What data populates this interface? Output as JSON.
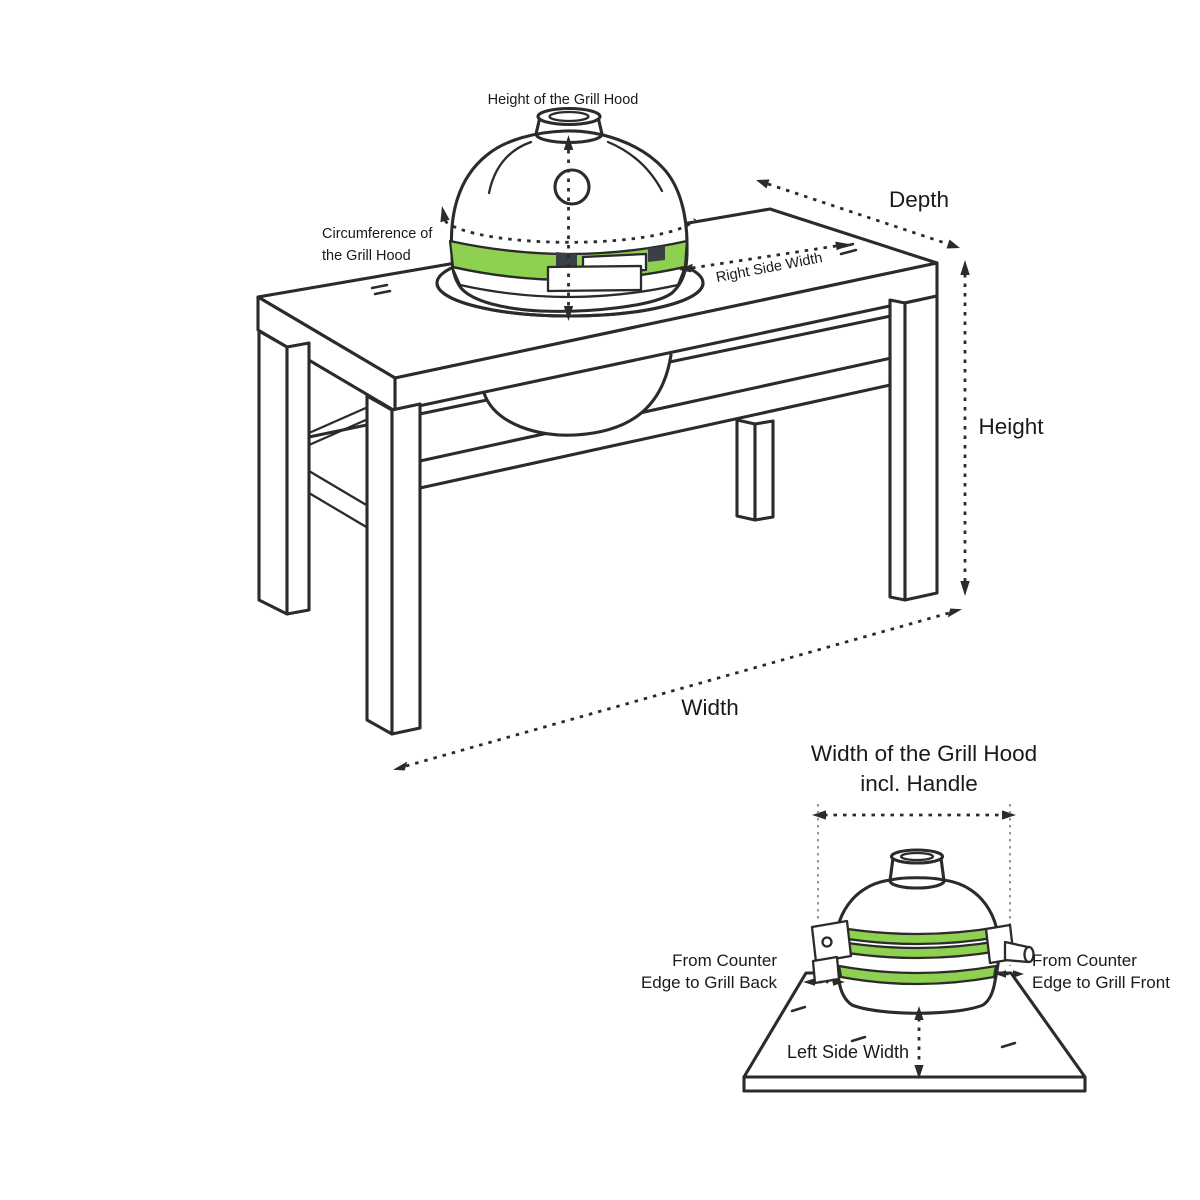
{
  "main_diagram": {
    "hood_height_label": "Height of the Grill Hood",
    "circumference_label_line1": "Circumference of",
    "circumference_label_line2": "the Grill Hood",
    "depth_label": "Depth",
    "right_side_width_label": "Right Side Width",
    "height_label": "Height",
    "width_label": "Width"
  },
  "inset_diagram": {
    "title_line1": "Width of the Grill Hood",
    "title_line2": "incl. Handle",
    "from_counter_back_line1": "From Counter",
    "from_counter_back_line2": "Edge to Grill Back",
    "from_counter_front_line1": "From Counter",
    "from_counter_front_line2": "Edge to Grill Front",
    "left_side_width_label": "Left Side Width"
  },
  "colors": {
    "line": "#2b2b2b",
    "accent_green": "#8ed050",
    "dark_tab": "#3a4045",
    "guide_gray": "#8a8a8a"
  }
}
